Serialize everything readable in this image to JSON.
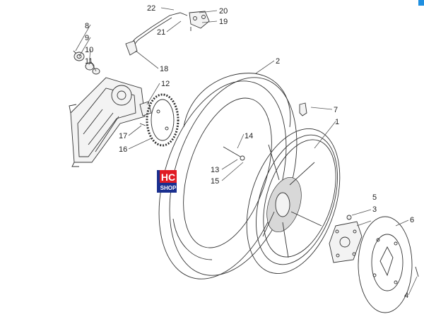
{
  "diagram": {
    "callouts": [
      {
        "id": "c1",
        "text": "1"
      },
      {
        "id": "c2",
        "text": "2"
      },
      {
        "id": "c3",
        "text": "3"
      },
      {
        "id": "c4",
        "text": "4"
      },
      {
        "id": "c5",
        "text": "5"
      },
      {
        "id": "c6",
        "text": "6"
      },
      {
        "id": "c7",
        "text": "7"
      },
      {
        "id": "c8",
        "text": "8"
      },
      {
        "id": "c9",
        "text": "9"
      },
      {
        "id": "c10",
        "text": "10"
      },
      {
        "id": "c11",
        "text": "11"
      },
      {
        "id": "c12",
        "text": "12"
      },
      {
        "id": "c13",
        "text": "13"
      },
      {
        "id": "c14",
        "text": "14"
      },
      {
        "id": "c15",
        "text": "15"
      },
      {
        "id": "c16",
        "text": "16"
      },
      {
        "id": "c17",
        "text": "17"
      },
      {
        "id": "c18",
        "text": "18"
      },
      {
        "id": "c19",
        "text": "19"
      },
      {
        "id": "c20",
        "text": "20"
      },
      {
        "id": "c21",
        "text": "21"
      },
      {
        "id": "c22",
        "text": "22"
      }
    ]
  },
  "logo": {
    "line1": "HC",
    "line2": "SHOP",
    "colors": {
      "red": "#e01b24",
      "blue": "#1a2f8f",
      "white": "#ffffff"
    }
  },
  "accent_color": "#1f8fe0"
}
